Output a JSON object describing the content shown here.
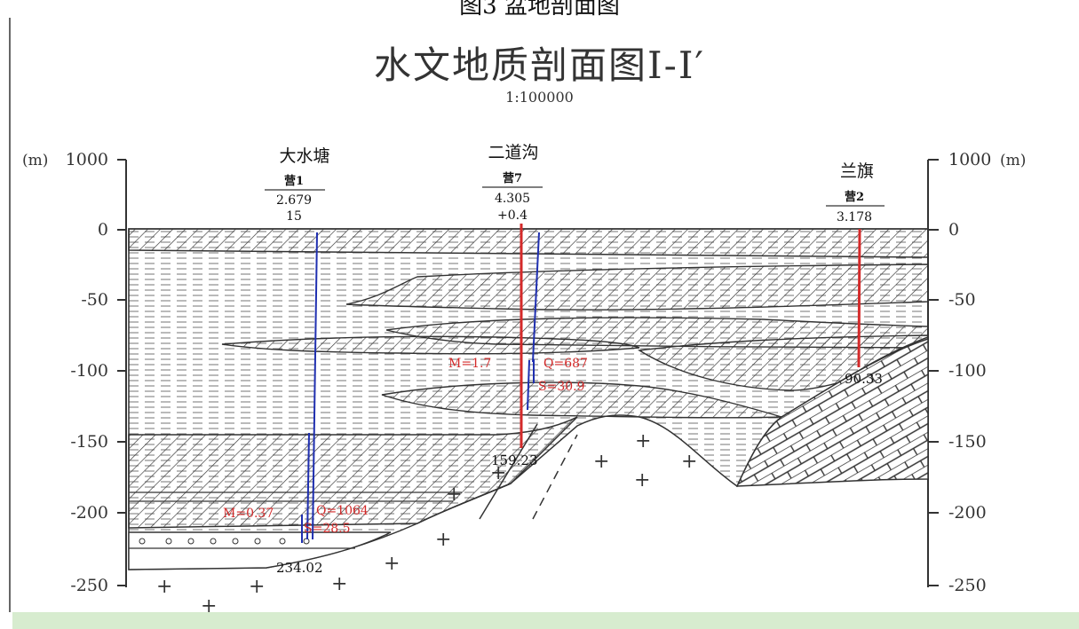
{
  "figure": {
    "caption_fragment": "图3 盆地剖面图",
    "title": "水文地质剖面图Ⅰ-Ⅰ′",
    "scale": "1:100000",
    "unit_left": "(m)",
    "unit_right": "(m)",
    "ticks": [
      "1000",
      "0",
      "-50",
      "-100",
      "-150",
      "-200",
      "-250"
    ]
  },
  "wells": [
    {
      "place": "大水塘",
      "name": "营1",
      "value1": "2.679",
      "value2": "15",
      "depth": "234.02",
      "m_label": "M=0.37",
      "q_label": "Q=1064",
      "s_label": "S=28.5"
    },
    {
      "place": "二道沟",
      "name": "营7",
      "value1": "4.305",
      "value2": "+0.4",
      "depth": "159.23",
      "m_label": "M=1.7",
      "q_label": "Q=687",
      "s_label": "S=30.9"
    },
    {
      "place": "兰旗",
      "name": "营2",
      "value1": "3.178",
      "value2": "",
      "depth": "90.33"
    }
  ],
  "colors": {
    "line": "#333333",
    "red": "#d42a2a",
    "blue": "#1f2fb0",
    "bar": "#d7eccf"
  }
}
